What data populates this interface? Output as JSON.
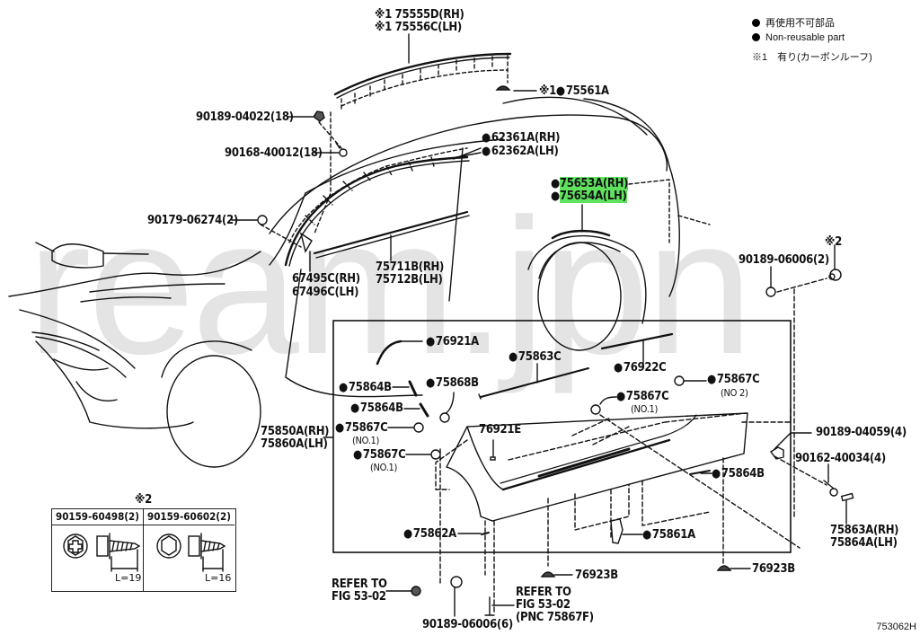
{
  "watermark": "ream.jpn",
  "figure_id": "753062H",
  "legend": {
    "non_reusable_jp": "再使用不可部品",
    "non_reusable_en": "Non-reusable part",
    "note1": "※1　有り(カーボンルーフ)"
  },
  "labels": {
    "roof_mold_rh": "※1 75555D(RH)",
    "roof_mold_lh": "※1 75556C(LH)",
    "roof_clip": "75561A",
    "roof_clip_prefix": "※1",
    "clip_90189_04022": "90189-04022(18)",
    "clip_90168_40012": "90168-40012(18)",
    "drip_rh": "62361A(RH)",
    "drip_lh": "62362A(LH)",
    "wheel_mold_rh": "75653A(RH)",
    "wheel_mold_lh": "75654A(LH)",
    "clip_90179_06274": "90179-06274(2)",
    "cover_rh": "67495C(RH)",
    "cover_lh": "67496C(LH)",
    "belt_mold_rh": "75711B(RH)",
    "belt_mold_lh": "75712B(LH)",
    "clip_90189_06006_2": "90189-06006(2)",
    "note2_marker": "※2",
    "p76921A": "76921A",
    "p75863C": "75863C",
    "p76922C": "76922C",
    "p75864B_1": "75864B",
    "p75868B": "75868B",
    "p75867C_no2": "75867C",
    "no2": "(NO 2)",
    "p75864B_2": "75864B",
    "p75867C_no1_a": "75867C",
    "no1_a": "(NO.1)",
    "rocker_rh": "75850A(RH)",
    "rocker_lh": "75860A(LH)",
    "p75867C_no1_b": "75867C",
    "no1_b": "(NO.1)",
    "p76921E": "76921E",
    "p75867C_no1_c": "75867C",
    "no1_c": "(NO.1)",
    "clip_90189_04059": "90189-04059(4)",
    "screw_90162_40034": "90162-40034(4)",
    "p75864B_3": "75864B",
    "p75862A": "75862A",
    "p75861A": "75861A",
    "end_rh": "75863A(RH)",
    "end_lh": "75864A(LH)",
    "p76923B_1": "76923B",
    "p76923B_2": "76923B",
    "refer1_line1": "REFER TO",
    "refer1_line2": "FIG 53-02",
    "refer2_line1": "REFER TO",
    "refer2_line2": "FIG 53-02",
    "refer2_line3": "(PNC 75867F)",
    "clip_90189_06006_6": "90189-06006(6)"
  },
  "note_box": {
    "marker": "※2",
    "left_part": "90159-60498(2)",
    "right_part": "90159-60602(2)",
    "left_length": "L=19",
    "right_length": "L=16"
  },
  "highlight_color": "#5fe35f"
}
